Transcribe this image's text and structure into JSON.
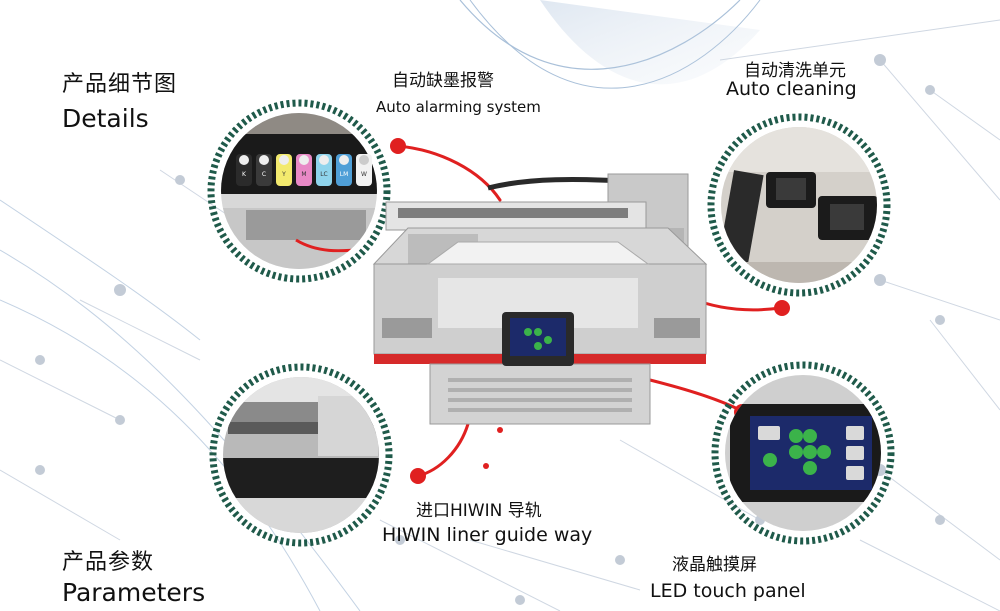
{
  "sections": {
    "details": {
      "cn": "产品细节图",
      "en": "Details"
    },
    "parameters": {
      "cn": "产品参数",
      "en": "Parameters"
    }
  },
  "features": [
    {
      "cn": "自动缺墨报警",
      "en": "Auto alarming system"
    },
    {
      "cn": "自动清洗单元",
      "en": "Auto cleaning"
    },
    {
      "cn": "进口HIWIN 导轨",
      "en": "HIWIN liner guide way"
    },
    {
      "cn": "液晶触摸屏",
      "en": "LED touch panel"
    }
  ],
  "ink_bottles": [
    "K",
    "C",
    "Y",
    "M",
    "LC",
    "LM",
    "W"
  ],
  "colors": {
    "accent_red": "#e02020",
    "ring_dark": "#1f5a4a",
    "printer_gray": "#c9c9c9",
    "printer_red": "#d62a2a",
    "screen_blue": "#1c2a6a",
    "bg_network": "#b8c6d8"
  }
}
